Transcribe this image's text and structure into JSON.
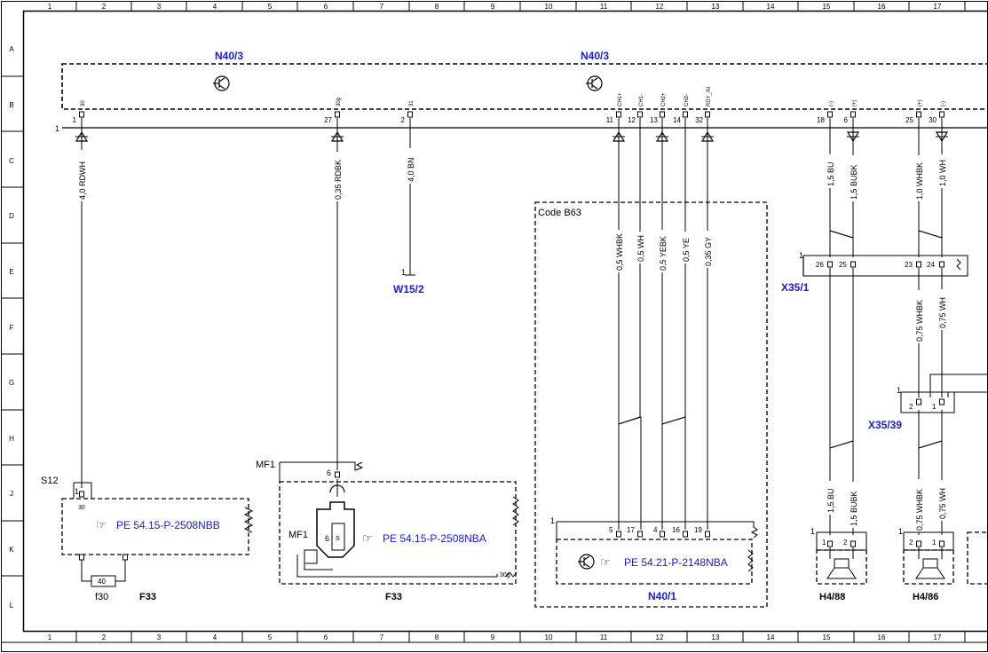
{
  "colors": {
    "line": "#000000",
    "label_blue": "#1a1adf",
    "background": "#ffffff"
  },
  "grid": {
    "columns": [
      "1",
      "2",
      "3",
      "4",
      "5",
      "6",
      "7",
      "8",
      "9",
      "10",
      "11",
      "12",
      "13",
      "14",
      "15",
      "16",
      "17"
    ],
    "rows": [
      "A",
      "B",
      "C",
      "D",
      "E",
      "F",
      "G",
      "H",
      "J",
      "K",
      "L"
    ]
  },
  "components": {
    "n40_3_left": "N40/3",
    "n40_3_right": "N40/3",
    "w15_2": "W15/2",
    "x35_1": "X35/1",
    "x35_39": "X35/39",
    "n40_1": "N40/1",
    "h4_88": "H4/88",
    "h4_86": "H4/86",
    "f33_left": "F33",
    "f33_mid": "F33",
    "s12": "S12",
    "mf1_top": "MF1",
    "mf1_inner": "MF1",
    "f30": "f30",
    "fuse_value": "40",
    "code_b63": "Code B63"
  },
  "connector_pins": {
    "n40_3": [
      {
        "num": "1",
        "label": "30"
      },
      {
        "num": "27",
        "label": "30g"
      },
      {
        "num": "2",
        "label": "31"
      },
      {
        "num": "11",
        "label": "CH1+"
      },
      {
        "num": "12",
        "label": "CH1-"
      },
      {
        "num": "13",
        "label": "CH2+"
      },
      {
        "num": "14",
        "label": "CH2-"
      },
      {
        "num": "32",
        "label": "RDY_IN"
      },
      {
        "num": "18",
        "label": "(-)"
      },
      {
        "num": "6",
        "label": "(+)"
      },
      {
        "num": "25",
        "label": "(+)"
      },
      {
        "num": "30",
        "label": "(-)"
      }
    ],
    "x35_1": [
      "26",
      "25",
      "23",
      "24"
    ],
    "x35_39": [
      "2",
      "1"
    ],
    "n40_1": [
      "5",
      "17",
      "4",
      "16",
      "19"
    ],
    "h4_88": [
      "1",
      "2"
    ],
    "h4_86": [
      "2",
      "1"
    ],
    "mf1_pin": "6",
    "s12_pin": "1",
    "s12_sub": "30",
    "ground_30g": "30g",
    "w15_2_pin": "1",
    "connector_ref": "1"
  },
  "wires": {
    "rdwh": "4,0 RDWH",
    "rdbk": "0,35 RDBK",
    "bn": "4,0 BN",
    "whbk_05": "0,5 WHBK",
    "wh_05": "0,5 WH",
    "yebk_05": "0,5 YEBK",
    "ye_05": "0,5 YE",
    "gy_035": "0,35 GY",
    "bu_15_top": "1,5 BU",
    "bubk_15_top": "1,5 BUBK",
    "whbk_10": "1,0 WHBK",
    "wh_10": "1,0 WH",
    "whbk_075_top": "0,75 WHBK",
    "wh_075_top": "0,75 WH",
    "bu_15_bot": "1,5 BU",
    "bubk_15_bot": "1,5 BUBK",
    "whbk_075_bot": "0,75 WHBK",
    "wh_075_bot": "0,75 WH"
  },
  "references": {
    "s12": "PE 54.15-P-2508NBB",
    "f33": "PE 54.15-P-2508NBA",
    "n40_1": "PE 54.21-P-2148NBA"
  },
  "misc": {
    "fuse_symbol_letter": "S"
  }
}
